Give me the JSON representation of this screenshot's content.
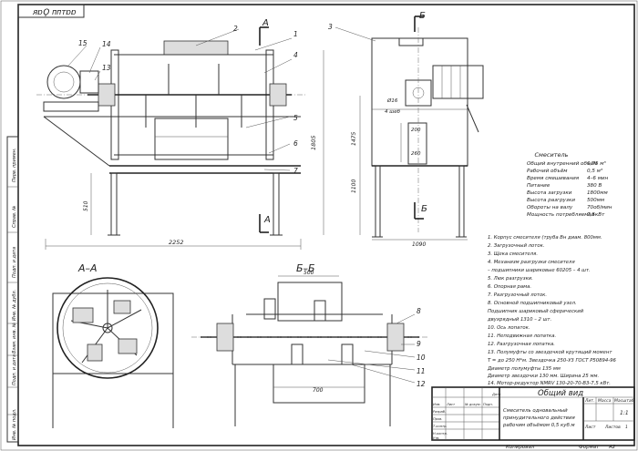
{
  "corner_stamp": "ᴙɒϘ ᴨᴨᴛɒɒ",
  "section_labels": {
    "a_top": "А",
    "a_bottom": "А",
    "b_top": "Б",
    "b_bottom": "Б",
    "view_aa": "А–А",
    "view_bb": "Б–Б"
  },
  "callouts": [
    "1",
    "2",
    "3",
    "4",
    "5",
    "6",
    "7",
    "8",
    "9",
    "10",
    "11",
    "12",
    "13",
    "14",
    "15"
  ],
  "dimensions": {
    "front_width": "2252",
    "front_height": "1805",
    "front_leg": "510",
    "side_height": "1475",
    "side_leg": "1100",
    "side_width": "1090",
    "side_d1": "Ø16",
    "side_d2": "4 шеб",
    "side_200": "200",
    "side_260": "260",
    "bb_top": "500",
    "bb_bottom": "700"
  },
  "specs": {
    "title": "Смеситель",
    "rows": [
      {
        "label": "Общий внутренний объём",
        "value": "0,75 м³"
      },
      {
        "label": "Рабочий объём",
        "value": "0,5 м³"
      },
      {
        "label": "Время смешивания",
        "value": "4–6 мин"
      },
      {
        "label": "Питание",
        "value": "380 В"
      },
      {
        "label": "Высота загрузки",
        "value": "1800мм"
      },
      {
        "label": "Высота разгрузки",
        "value": "500мм"
      },
      {
        "label": "Обороты на валу",
        "value": "70об/мин"
      },
      {
        "label": "Мощность потребляемая",
        "value": "7,5кВт"
      }
    ]
  },
  "parts": [
    "1. Корпус смесителя (труба Вн диам. 800мм.",
    "2. Загрузочный лоток.",
    "3. Щека смесителя.",
    "4. Механизм разгрузки смесителя",
    "  – подшипники шариковые 60205 – 4 шт.",
    "5. Люк разгрузки.",
    "6. Опорная рама.",
    "7. Разгрузочный лоток.",
    "8. Основной подшипниковый узел.",
    "  Подшипник шариковый сферический",
    "двухрядный  1310 – 2 шт.",
    "10. Ось лопаток.",
    "11. Неподвижная лопатка.",
    "12. Разгрузочная лопатка.",
    "13. Полумуфты со звездочкой крутящий момент",
    "  Т = до 250 Н*м. Звездочка 250-У3 ГОСТ Р50894-96",
    "Диаметр полумуфты 135 мм",
    "Диаметр звездочки 130 мм. Ширина 25 мм.",
    "14. Мотор-редуктор NMRV 130-20-70-В3-7,5 кВт."
  ],
  "title_block": {
    "view_title": "Общий вид",
    "description": [
      "Смеситель одновальный",
      "принудительного действия",
      "рабочим объёмом 0,5 куб.м"
    ],
    "lit_header": "Лит.",
    "mass_header": "Масса",
    "scale_header": "Масштаб",
    "scale_value": "1:1",
    "sheet": "Лист",
    "sheets": "Листов",
    "sheets_value": "1",
    "row_labels": [
      "Изм.",
      "Лист",
      "№ докум.",
      "Подп.",
      "Дата",
      "Разраб.",
      "Пров.",
      "Т.контр.",
      "Н.контр.",
      "Утв."
    ]
  },
  "left_strip": [
    "Перв. примен.",
    "Справ. №",
    "Подп. и дата",
    "Инв. № дубл.",
    "Взам. инв. №",
    "Подп. и дата",
    "Инв. № подл."
  ],
  "footer": {
    "copied": "Копировал",
    "format": "Формат",
    "format_value": "А2"
  }
}
